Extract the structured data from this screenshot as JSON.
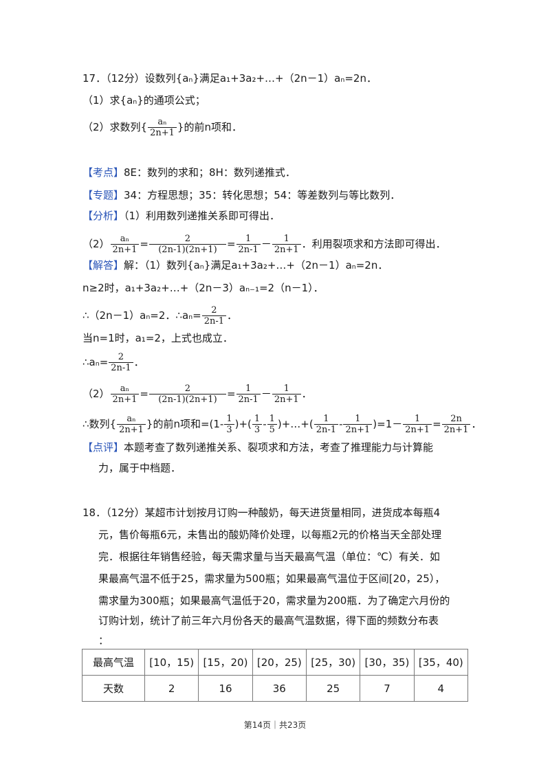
{
  "q17": {
    "head": "17．（12分）设数列{aₙ}满足a₁+3a₂+…+（2n－1）aₙ=2n．",
    "p1": "（1）求{aₙ}的通项公式；",
    "p2a": "（2）求数列{",
    "p2b": "}的前n项和．",
    "frac_an": "aₙ",
    "frac_2n1": "2n+1"
  },
  "kaodian": {
    "tag": "【考点】",
    "text": "8E：数列的求和；8H：数列递推式．"
  },
  "zhuanti": {
    "tag": "【专题】",
    "text": "34：方程思想；35：转化思想；54：等差数列与等比数列．"
  },
  "fenxi": {
    "tag": "【分析】",
    "text": "（1）利用数列递推关系即可得出．",
    "l2_prefix": "（2）",
    "eq": "=",
    "minus": "－",
    "two": "2",
    "one": "1",
    "den_prod": "(2n-1)(2n+1)",
    "den_m": "2n-1",
    "den_p": "2n+1",
    "l2_suffix": "．利用裂项求和方法即可得出．"
  },
  "jieda": {
    "tag": "【解答】",
    "l1": "解：（1）数列{aₙ}满足a₁+3a₂+…+（2n－1）aₙ=2n．",
    "l2": "n≥2时，a₁+3a₂+…+（2n－3）aₙ₋₁=2（n－1）．",
    "l3_a": "∴（2n－1）aₙ=2．∴aₙ=",
    "l3_b": "．",
    "l4": "当n=1时，a₁=2，上式也成立．",
    "l5_a": "∴aₙ=",
    "l5_b": "．",
    "l6_prefix": "（2）",
    "l7_a": "∴数列{",
    "l7_b": "}的前n项和=",
    "l7_c1": "(1-",
    "l7_3": "3",
    "l7_plus": ")+",
    "l7_5": "5",
    "l7_dots": ")+…+",
    "l7_end": ")=1－",
    "l7_2n": "2n",
    "l7_dot": "．"
  },
  "dianping": {
    "tag": "【点评】",
    "l1": "本题考查了数列递推关系、裂项求和方法，考查了推理能力与计算能",
    "l2": "力，属于中档题．"
  },
  "q18": {
    "lines": [
      "18．（12分）某超市计划按月订购一种酸奶，每天进货量相同，进货成本每瓶4",
      "元，售价每瓶6元，未售出的酸奶降价处理，以每瓶2元的价格当天全部处理",
      "完．根据往年销售经验，每天需求量与当天最高气温（单位：℃）有关．如",
      "果最高气温不低于25，需求量为500瓶；如果最高气温位于区间[20，25），",
      "需求量为300瓶；如果最高气温低于20，需求量为200瓶．为了确定六月份的",
      "订购计划，统计了前三年六月份各天的最高气温数据，得下面的频数分布表",
      "："
    ]
  },
  "table": {
    "row1_head": "最高气温",
    "row2_head": "天数",
    "ranges": [
      "[10，15)",
      "[15，20)",
      "[20，25)",
      "[25，30)",
      "[30，35)",
      "[35，40)"
    ],
    "days": [
      "2",
      "16",
      "36",
      "25",
      "7",
      "4"
    ]
  },
  "footer": "第14页｜共23页"
}
